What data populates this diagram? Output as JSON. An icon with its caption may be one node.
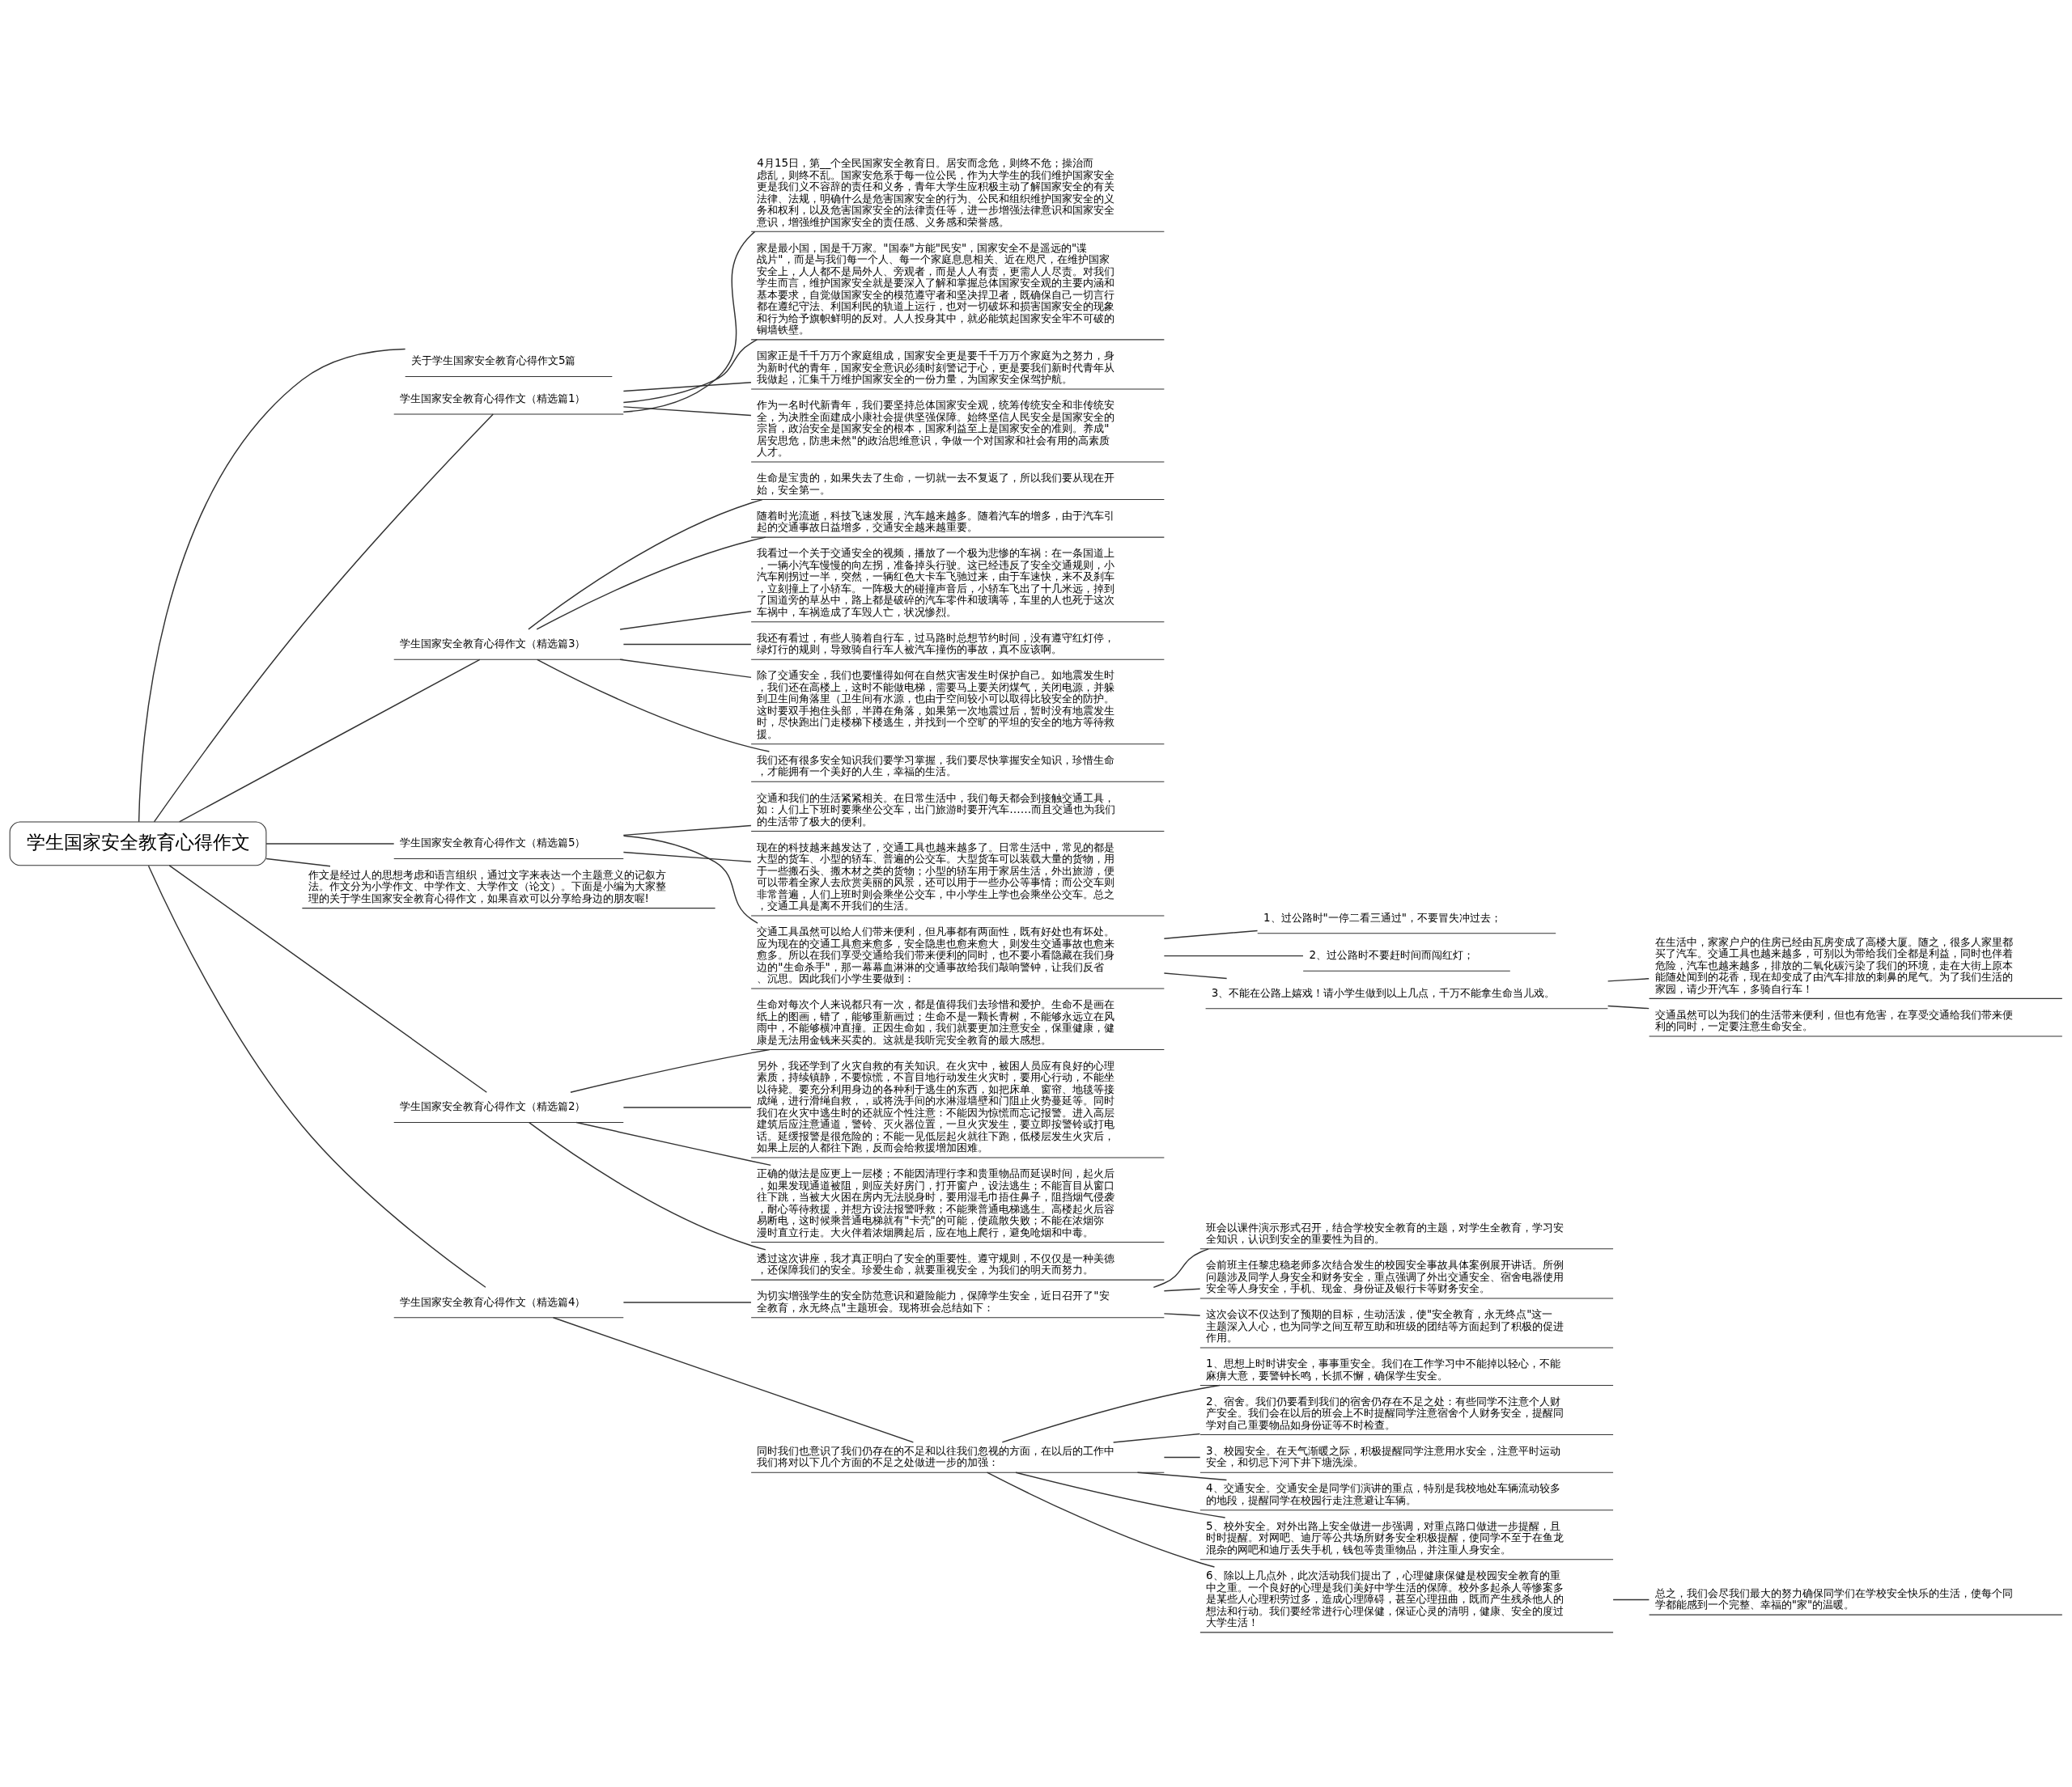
{
  "diagram": {
    "nodes": [
      {
        "text": [
          "学生国家安全教育心得作文"
        ]
      },
      {
        "text": [
          "关于学生国家安全教育心得作文5篇"
        ]
      },
      {
        "text": [
          "学生国家安全教育心得作文（精选篇1）"
        ]
      },
      {
        "text": [
          "4月15日，第__个全民国家安全教育日。居安而念危，则终不危；操治而虑乱，则终不乱。国家安危系于每一位公民，作为大学生的我们维护国家安全更是我们义不容辞的责任和义务，青年大学生应积极主动了解国家安全的有关法律、法规，明确什么是危害国家安全的行为、公民和组织维护国家安全的义务和权利，以及危害国家安全的法律责任等，进一步增强法律意识和国家安全意识，增强维护国家安全的责任感、义务感和荣誉感。"
        ]
      },
      {
        "text": [
          "家是最小国，国是千万家。\"国泰\"方能\"民安\"，国家安全不是遥远的\"谍战片\"，而是与我们每一个人、每一个家庭息息相关、近在咫尺，在维护国家安全上，人人都不是局外人、旁观者，而是人人有责，更需人人尽责。对我们学生而言，维护国家安全就是要深入了解和掌握总体国家安全观的主要内涵和基本要求，自觉做国家安全的模范遵守者和坚决捍卫者，既确保自己一切言行都在遵纪守法、利国利民的轨道上运行，也对一切破坏和损害国家安全的现象和行为给予旗帜鲜明的反对。人人投身其中，就必能筑起国家安全牢不可破的铜墙铁壁。"
        ]
      },
      {
        "text": [
          "国家正是千千万万个家庭组成，国家安全更是要千千万万个家庭为之努力，身为新时代的青年，国家安全意识必须时刻警记于心，更是要我们新时代青年从我做起，汇集千万维护国家安全的一份力量，为国家安全保驾护航。"
        ]
      },
      {
        "text": [
          "作为一名时代新青年，我们要坚持总体国家安全观，统筹传统安全和非传统安全，为决胜全面建成小康社会提供坚强保障。始终坚信人民安全是国家安全的宗旨，政治安全是国家安全的根本，国家利益至上是国家安全的准则。养成\"居安思危，防患未然\"的政治思维意识，争做一个对国家和社会有用的高素质人才。"
        ]
      },
      {
        "text": [
          "学生国家安全教育心得作文（精选篇3）"
        ]
      },
      {
        "text": [
          "生命是宝贵的，如果失去了生命，一切就一去不复返了，所以我们要从现在开始，安全第一。"
        ]
      },
      {
        "text": [
          "随着时光流逝，科技飞速发展，汽车越来越多。随着汽车的增多，由于汽车引起的交通事故日益增多，交通安全越来越重要。"
        ]
      },
      {
        "text": [
          "我看过一个关于交通安全的视频，播放了一个极为悲惨的车祸：在一条国道上，一辆小汽车慢慢的向左拐，准备掉头行驶。这已经违反了安全交通规则，小汽车刚拐过一半，突然，一辆红色大卡车飞驰过来，由于车速快，来不及刹车，立刻撞上了小轿车。一阵极大的碰撞声音后，小轿车飞出了十几米远，掉到了国道旁的草丛中，路上都是破碎的汽车零件和玻璃等，车里的人也死于这次车祸中，车祸造成了车毁人亡，状况惨烈。"
        ]
      },
      {
        "text": [
          "我还有看过，有些人骑着自行车，过马路时总想节约时间，没有遵守红灯停，绿灯行的规则，导致骑自行车人被汽车撞伤的事故，真不应该啊。"
        ]
      },
      {
        "text": [
          "除了交通安全，我们也要懂得如何在自然灾害发生时保护自己。如地震发生时，我们还在高楼上，这时不能做电梯，需要马上要关闭煤气，关闭电源，并躲到卫生间角落里（卫生间有水源，也由于空间较小可以取得比较安全的防护。这时要双手抱住头部，半蹲在角落，如果第一次地震过后，暂时没有地震发生时，尽快跑出门走楼梯下楼逃生，并找到一个空旷的平坦的安全的地方等待救援。"
        ]
      },
      {
        "text": [
          "我们还有很多安全知识我们要学习掌握，我们要尽快掌握安全知识，珍惜生命，才能拥有一个美好的人生，幸福的生活。"
        ]
      },
      {
        "text": [
          "学生国家安全教育心得作文（精选篇5）"
        ]
      },
      {
        "text": [
          "交通和我们的生活紧紧相关。在日常生活中，我们每天都会到接触交通工具，如：人们上下班时要乘坐公交车，出门旅游时要开汽车……而且交通也为我们的生活带了极大的便利。"
        ]
      },
      {
        "text": [
          "现在的科技越来越发达了，交通工具也越来越多了。日常生活中，常见的都是大型的货车、小型的轿车、普遍的公交车。大型货车可以装载大量的货物，用于一些搬石头、搬木材之类的货物；小型的轿车用于家居生活，外出旅游，便可以带着全家人去欣赏美丽的风景，还可以用于一些办公等事情；而公交车则非常普遍，人们上班时则会乘坐公交车，中小学生上学也会乘坐公交车。总之，交通工具是离不开我们的生活。"
        ]
      },
      {
        "text": [
          "交通工具虽然可以给人们带来便利，但凡事都有两面性，既有好处也有坏处。应为现在的交通工具愈来愈多，安全隐患也愈来愈大，则发生交通事故也愈来愈多。所以在我们享受交通给我们带来便利的同时，也不要小看隐藏在我们身边的\"生命杀手\"，那一幕幕血淋淋的交通事故给我们敲响警钟，让我们反省、沉思。因此我们小学生要做到："
        ]
      },
      {
        "text": [
          "1、过公路时\"一停二看三通过\"，不要冒失冲过去；"
        ]
      },
      {
        "text": [
          "2、过公路时不要赶时间而闯红灯；"
        ]
      },
      {
        "text": [
          "3、不能在公路上嬉戏！请小学生做到以上几点，千万不能拿生命当儿戏。"
        ]
      },
      {
        "text": [
          "在生活中，家家户户的住房已经由瓦房变成了高楼大厦。随之，很多人家里都买了汽车。交通工具也越来越多，可别以为带给我们全都是利益，同时也伴着危险，汽车也越来越多，排放的二氧化碳污染了我们的环境，走在大街上原本能随处闻到的花香，现在却变成了由汽车排放的刺鼻的尾气。为了我们生活的家园，请少开汽车，多骑自行车！"
        ]
      },
      {
        "text": [
          "交通虽然可以为我们的生活带来便利，但也有危害，在享受交通给我们带来便利的同时，一定要注意生命安全。"
        ]
      },
      {
        "text": [
          "作文是经过人的思想考虑和语言组织，通过文字来表达一个主题意义的记叙方法。作文分为小学作文、中学作文、大学作文（论文）。下面是小编为大家整理的关于学生国家安全教育心得作文，如果喜欢可以分享给身边的朋友喔!"
        ]
      },
      {
        "text": [
          "学生国家安全教育心得作文（精选篇2）"
        ]
      },
      {
        "text": [
          "生命对每次个人来说都只有一次，都是值得我们去珍惜和爱护。生命不是画在纸上的图画，错了，能够重新画过；生命不是一颗长青树，不能够永远立在风雨中，不能够横冲直撞。正因生命如，我们就要更加注意安全，保重健康，健康是无法用金钱来买卖的。这就是我听完安全教育的最大感想。"
        ]
      },
      {
        "text": [
          "另外，我还学到了火灾自救的有关知识。在火灾中，被困人员应有良好的心理素质，持续镇静，不要惊慌，不盲目地行动发生火灾时，要用心行动，不能坐以待毙。要充分利用身边的各种利于逃生的东西，如把床单、窗帘、地毯等接成绳，进行滑绳自救，，或将洗手间的水淋湿墙壁和门阻止火势蔓延等。同时我们在火灾中逃生时的还就应个性注意：不能因为惊慌而忘记报警。进入高层建筑后应注意通道，警铃、灭火器位置，一旦火灾发生，要立即按警铃或打电话。延缓报警是很危险的；不能一见低层起火就往下跑，低楼层发生火灾后，如果上层的人都往下跑，反而会给救援增加困难。"
        ]
      },
      {
        "text": [
          "正确的做法是应更上一层楼；不能因清理行李和贵重物品而延误时间，起火后，如果发现通道被阻，则应关好房门，打开窗户，设法逃生；不能盲目从窗口往下跳，当被大火困在房内无法脱身时，要用湿毛巾捂住鼻子，阻挡烟气侵袭，耐心等待救援，并想方设法报警呼救；不能乘普通电梯逃生。高楼起火后容易断电，这时候乘普通电梯就有\"卡壳\"的可能，使疏散失败；不能在浓烟弥漫时直立行走。大火伴着浓烟腾起后，应在地上爬行，避免呛烟和中毒。"
        ]
      },
      {
        "text": [
          "透过这次讲座，我才真正明白了安全的重要性。遵守规则，不仅仅是一种美德，还保障我们的安全。珍爱生命，就要重视安全，为我们的明天而努力。"
        ]
      },
      {
        "text": [
          "学生国家安全教育心得作文（精选篇4）"
        ]
      },
      {
        "text": [
          "为切实增强学生的安全防范意识和避险能力，保障学生安全，近日召开了\"安全教育，永无终点\"主题班会。现将班会总结如下："
        ]
      },
      {
        "text": [
          "班会以课件演示形式召开，结合学校安全教育的主题，对学生全教育，学习安全知识，认识到安全的重要性为目的。"
        ]
      },
      {
        "text": [
          "会前班主任黎忠稳老师多次结合发生的校园安全事故具体案例展开讲话。所例问题涉及同学人身安全和财务安全，重点强调了外出交通安全、宿舍电器使用安全等人身安全，手机、现金、身份证及银行卡等财务安全。"
        ]
      },
      {
        "text": [
          "这次会议不仅达到了预期的目标，生动活泼，使\"安全教育，永无终点\"这一主题深入人心，也为同学之间互帮互助和班级的团结等方面起到了积极的促进作用。"
        ]
      },
      {
        "text": [
          "同时我们也意识了我们仍存在的不足和以往我们忽视的方面，在以后的工作中我们将对以下几个方面的不足之处做进一步的加强："
        ]
      },
      {
        "text": [
          "1、思想上时时讲安全，事事重安全。我们在工作学习中不能掉以轻心，不能麻痹大意，要警钟长鸣，长抓不懈，确保学生安全。"
        ]
      },
      {
        "text": [
          "2、宿舍。我们仍要看到我们的宿舍仍存在不足之处：有些同学不注意个人财产安全。我们会在以后的班会上不时提醒同学注意宿舍个人财务安全，提醒同学对自己重要物品如身份证等不时检查。"
        ]
      },
      {
        "text": [
          "3、校园安全。在天气渐暖之际，积极提醒同学注意用水安全，注意平时运动安全，和切忌下河下井下塘洗澡。"
        ]
      },
      {
        "text": [
          "4、交通安全。交通安全是同学们演讲的重点，特别是我校地处车辆流动较多的地段，提醒同学在校园行走注意避让车辆。"
        ]
      },
      {
        "text": [
          "5、校外安全。对外出路上安全做进一步强调，对重点路口做进一步提醒，且时时提醒。对网吧、迪厅等公共场所财务安全积极提醒，使同学不至于在鱼龙混杂的网吧和迪厅丢失手机，钱包等贵重物品，并注重人身安全。"
        ]
      },
      {
        "text": [
          "6、除以上几点外，此次活动我们提出了，心理健康保健是校园安全教育的重中之重。一个良好的心理是我们美好中学生活的保障。校外多起杀人等惨案多是某些人心理积劳过多，造成心理障碍，甚至心理扭曲，既而产生残杀他人的想法和行动。我们要经常进行心理保健，保证心灵的清明，健康、安全的度过大学生活！"
        ]
      },
      {
        "text": [
          "总之，我们会尽我们最大的努力确保同学们在学校安全快乐的生活，使每个同学都能感到一个完整、幸福的\"家\"的温暖。"
        ]
      }
    ],
    "edges": [
      {
        "from": 0,
        "to": 1,
        "arrow": "none"
      },
      {
        "from": 0,
        "to": 2,
        "arrow": "none"
      },
      {
        "from": 2,
        "to": 3,
        "arrow": "none"
      },
      {
        "from": 2,
        "to": 4,
        "arrow": "none"
      },
      {
        "from": 2,
        "to": 5,
        "arrow": "none"
      },
      {
        "from": 2,
        "to": 6,
        "arrow": "none"
      },
      {
        "from": 0,
        "to": 7,
        "arrow": "none"
      },
      {
        "from": 7,
        "to": 8,
        "arrow": "none"
      },
      {
        "from": 7,
        "to": 9,
        "arrow": "none"
      },
      {
        "from": 7,
        "to": 10,
        "arrow": "none"
      },
      {
        "from": 7,
        "to": 11,
        "arrow": "none"
      },
      {
        "from": 7,
        "to": 12,
        "arrow": "none"
      },
      {
        "from": 7,
        "to": 13,
        "arrow": "none"
      },
      {
        "from": 0,
        "to": 14,
        "arrow": "none"
      },
      {
        "from": 14,
        "to": 15,
        "arrow": "none"
      },
      {
        "from": 14,
        "to": 16,
        "arrow": "none"
      },
      {
        "from": 14,
        "to": 17,
        "arrow": "none"
      },
      {
        "from": 17,
        "to": 18,
        "arrow": "none"
      },
      {
        "from": 17,
        "to": 19,
        "arrow": "none"
      },
      {
        "from": 17,
        "to": 20,
        "arrow": "none"
      },
      {
        "from": 20,
        "to": 21,
        "arrow": "none"
      },
      {
        "from": 20,
        "to": 22,
        "arrow": "none"
      },
      {
        "from": 0,
        "to": 23,
        "arrow": "none"
      },
      {
        "from": 0,
        "to": 24,
        "arrow": "none"
      },
      {
        "from": 24,
        "to": 25,
        "arrow": "none"
      },
      {
        "from": 24,
        "to": 26,
        "arrow": "none"
      },
      {
        "from": 24,
        "to": 27,
        "arrow": "none"
      },
      {
        "from": 24,
        "to": 28,
        "arrow": "none"
      },
      {
        "from": 0,
        "to": 29,
        "arrow": "none"
      },
      {
        "from": 29,
        "to": 30,
        "arrow": "none"
      },
      {
        "from": 30,
        "to": 31,
        "arrow": "none"
      },
      {
        "from": 30,
        "to": 32,
        "arrow": "none"
      },
      {
        "from": 30,
        "to": 33,
        "arrow": "none"
      },
      {
        "from": 29,
        "to": 34,
        "arrow": "none"
      },
      {
        "from": 34,
        "to": 35,
        "arrow": "none"
      },
      {
        "from": 34,
        "to": 36,
        "arrow": "none"
      },
      {
        "from": 34,
        "to": 37,
        "arrow": "none"
      },
      {
        "from": 34,
        "to": 38,
        "arrow": "none"
      },
      {
        "from": 34,
        "to": 39,
        "arrow": "none"
      },
      {
        "from": 34,
        "to": 40,
        "arrow": "none"
      },
      {
        "from": 40,
        "to": 41,
        "arrow": "none"
      }
    ]
  }
}
